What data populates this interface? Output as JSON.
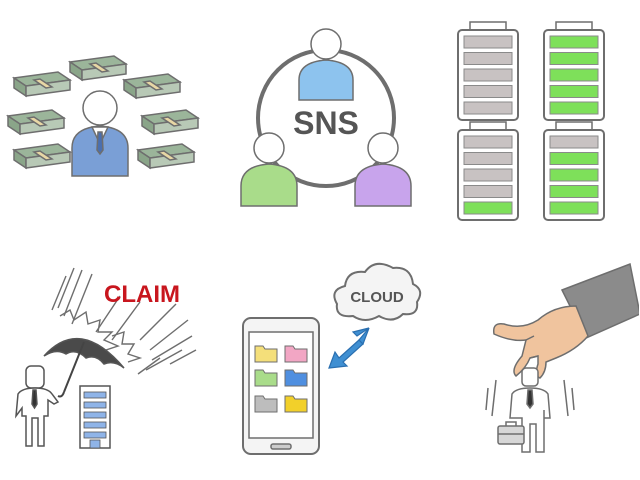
{
  "illustrations": [
    {
      "id": "money-businessman",
      "icon": "money-icon"
    },
    {
      "id": "sns",
      "text": "SNS",
      "icon": "sns-network-icon"
    },
    {
      "id": "batteries",
      "icon": "battery-icon",
      "levels": [
        0,
        1.0,
        0.25,
        0.75
      ]
    },
    {
      "id": "claim",
      "text": "CLAIM",
      "icon": "umbrella-icon"
    },
    {
      "id": "cloud-phone",
      "text": "CLOUD",
      "icon": "cloud-icon"
    },
    {
      "id": "hand-picking",
      "icon": "hand-icon"
    }
  ],
  "colors": {
    "outline": "#6e6e6e",
    "money": "#9bb59a",
    "money_band": "#e8d7a5",
    "suit": "#7a9fd6",
    "sns_top": "#8dc3ee",
    "sns_left": "#a9dc8a",
    "sns_right": "#c8a4ec",
    "battery_green": "#7ee05a",
    "battery_gray": "#c8c2c2",
    "claim_red": "#c8161e",
    "arrow_blue": "#3f8fd2",
    "building_blue": "#8fb4e8",
    "skin": "#f0c49e",
    "sleeve": "#8b8b8b"
  }
}
